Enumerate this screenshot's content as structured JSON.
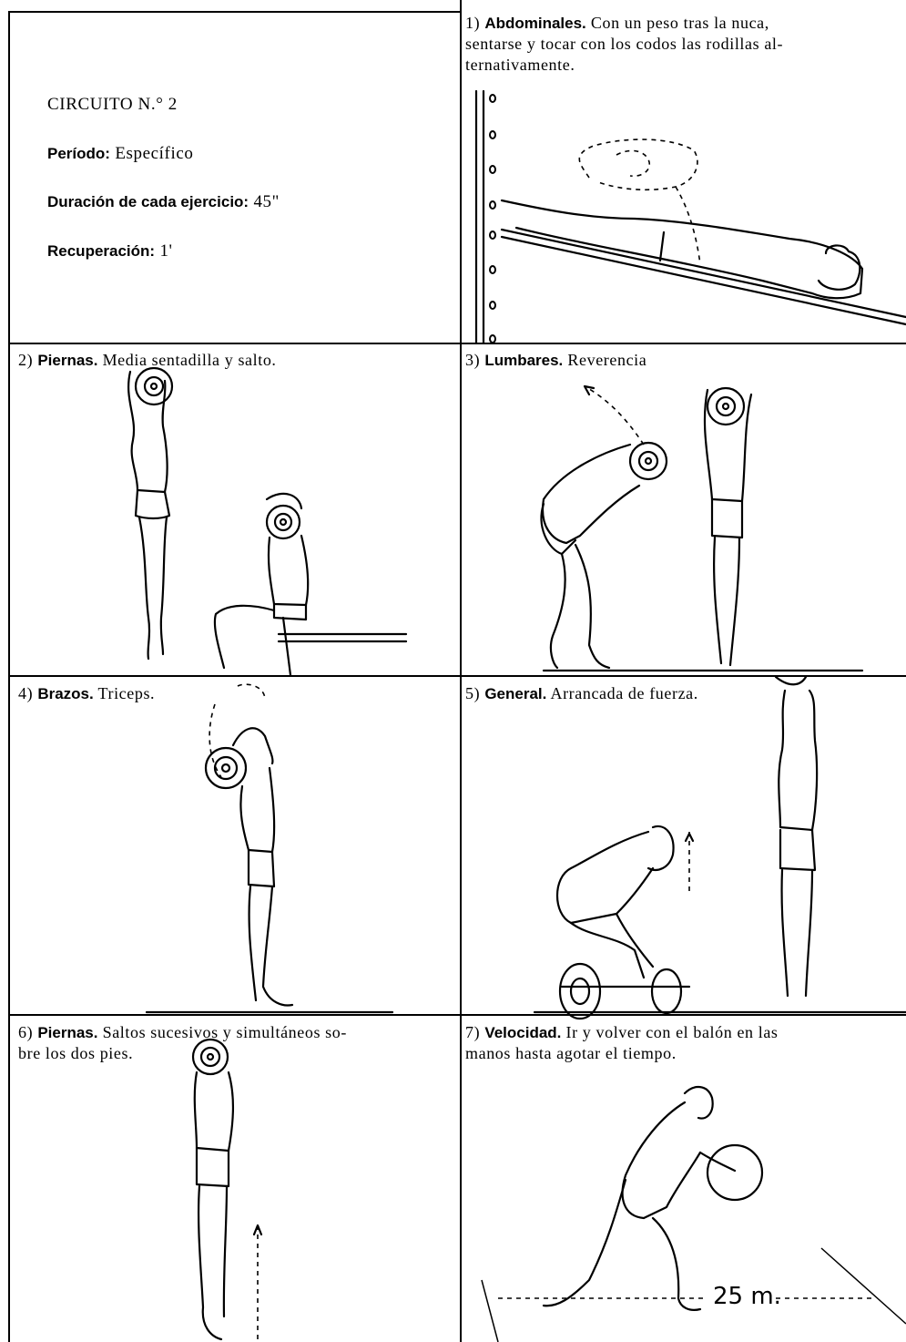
{
  "header": {
    "title": "CIRCUITO N.° 2",
    "period_label": "Período:",
    "period_value": "Específico",
    "duration_label": "Duración de cada ejercicio:",
    "duration_value": "45\"",
    "recovery_label": "Recuperación:",
    "recovery_value": "1'"
  },
  "exercises": [
    {
      "number": "1)",
      "name": "Abdominales.",
      "line1": "Con un peso tras la nuca,",
      "line2": "sentarse y tocar con los codos las rodillas al-",
      "line3": "ternativamente."
    },
    {
      "number": "2)",
      "name": "Piernas.",
      "line1": "Media sentadilla y salto."
    },
    {
      "number": "3)",
      "name": "Lumbares.",
      "line1": "Reverencia"
    },
    {
      "number": "4)",
      "name": "Brazos.",
      "line1": "Triceps."
    },
    {
      "number": "5)",
      "name": "General.",
      "line1": "Arrancada de fuerza."
    },
    {
      "number": "6)",
      "name": "Piernas.",
      "line1": "Saltos sucesivos y simultáneos so-",
      "line2": "bre los dos pies."
    },
    {
      "number": "7)",
      "name": "Velocidad.",
      "line1": "Ir y volver con el balón en las",
      "line2": "manos hasta agotar el tiempo.",
      "distance": "25 m."
    }
  ],
  "figures": {
    "fig1": "sit-up-on-incline-bench",
    "fig2": "half-squat-and-jump",
    "fig3": "good-morning-bow",
    "fig4": "triceps-press",
    "fig5": "power-snatch",
    "fig6": "continuous-jumps",
    "fig7": "ball-shuttle-run"
  }
}
